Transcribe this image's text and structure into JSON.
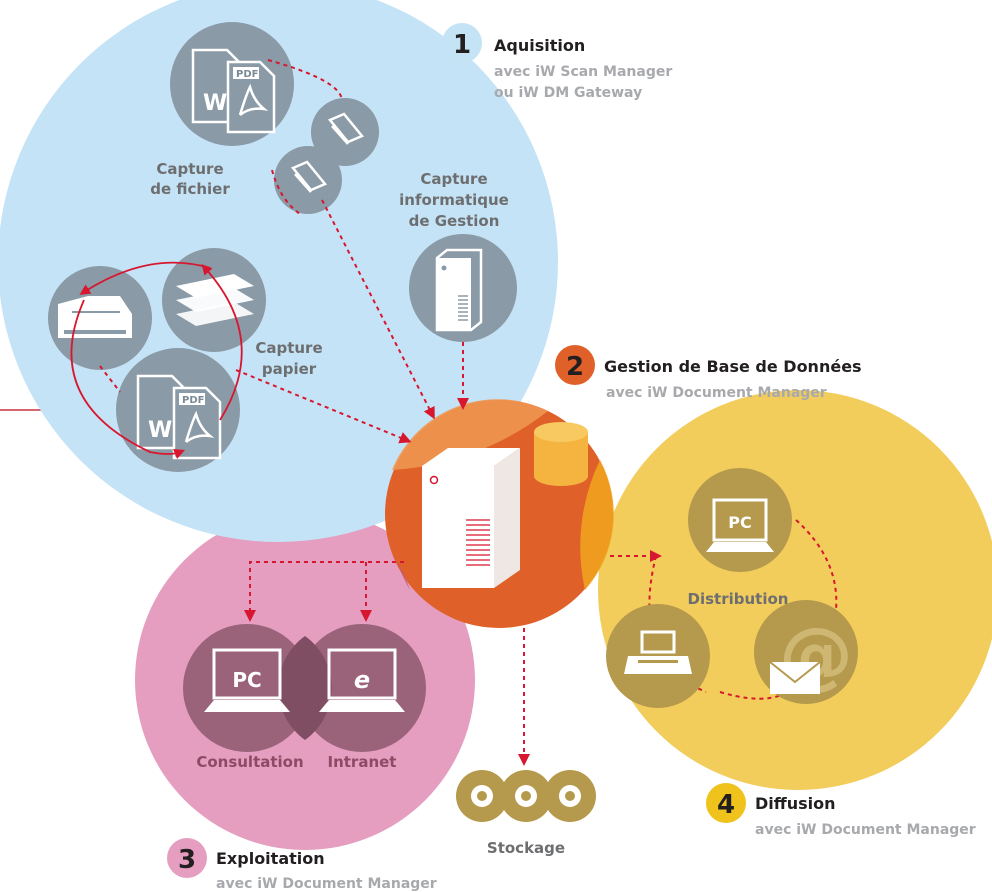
{
  "steps": {
    "acquisition": {
      "number": "1",
      "title": "Aquisition",
      "subtitle_line1": "avec iW Scan Manager",
      "subtitle_line2": "ou iW DM Gateway",
      "badge_color": "#c4e3f5"
    },
    "database": {
      "number": "2",
      "title": "Gestion de Base de Données",
      "subtitle": "avec iW Document Manager",
      "badge_color": "#e0602a"
    },
    "exploitation": {
      "number": "3",
      "title": "Exploitation",
      "subtitle": "avec iW Document Manager",
      "badge_color": "#e59ec0"
    },
    "diffusion": {
      "number": "4",
      "title": "Diffusion",
      "subtitle": "avec iW Document Manager",
      "badge_color": "#f0c21c"
    }
  },
  "labels": {
    "capture_fichier_line1": "Capture",
    "capture_fichier_line2": "de fichier",
    "capture_info_line1": "Capture",
    "capture_info_line2": "informatique",
    "capture_info_line3": "de Gestion",
    "capture_papier_line1": "Capture",
    "capture_papier_line2": "papier",
    "consultation": "Consultation",
    "intranet": "Intranet",
    "distribution": "Distribution",
    "stockage": "Stockage"
  },
  "icons": {
    "pdf_tag": "PDF",
    "word_letter": "W",
    "pc_text": "PC",
    "ie_letter": "e",
    "at_sign": "@"
  },
  "colors": {
    "acquisition_circle": "#c5e3f6",
    "database_circle": "#e0602a",
    "exploitation_circle": "#e59dc0",
    "diffusion_circle": "#f2cd5b",
    "gray_node": "#8a9aa6",
    "mauve_node": "#9a6379",
    "gold_node": "#b59a4d",
    "arrow": "#d7172f"
  }
}
